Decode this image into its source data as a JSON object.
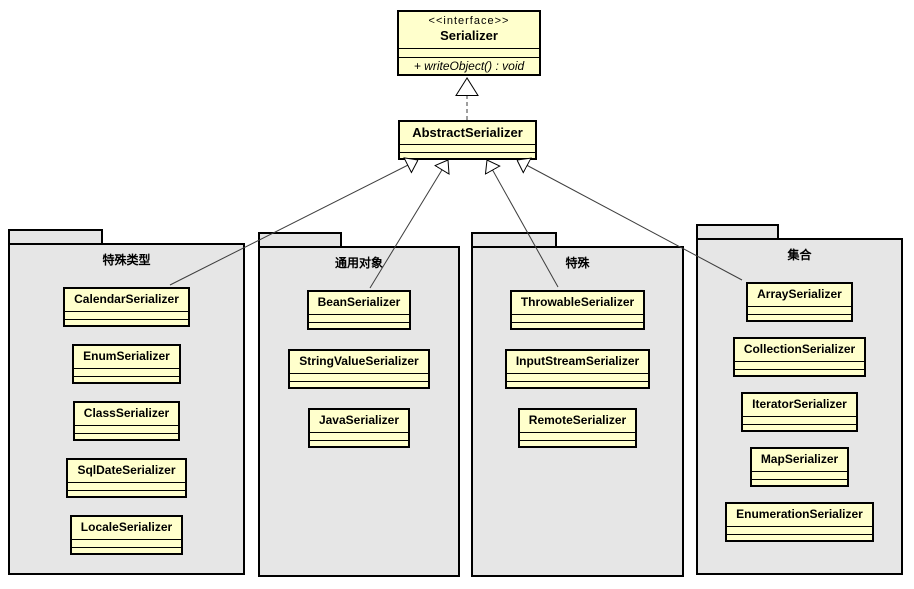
{
  "interface": {
    "stereotype": "<<interface>>",
    "name": "Serializer",
    "operation": "+ writeObject() : void"
  },
  "abstract_class": {
    "name": "AbstractSerializer"
  },
  "packages": [
    {
      "name": "特殊类型",
      "classes": [
        "CalendarSerializer",
        "EnumSerializer",
        "ClassSerializer",
        "SqlDateSerializer",
        "LocaleSerializer"
      ]
    },
    {
      "name": "通用对象",
      "classes": [
        "BeanSerializer",
        "StringValueSerializer",
        "JavaSerializer"
      ]
    },
    {
      "name": "特殊",
      "classes": [
        "ThrowableSerializer",
        "InputStreamSerializer",
        "RemoteSerializer"
      ]
    },
    {
      "name": "集合",
      "classes": [
        "ArraySerializer",
        "CollectionSerializer",
        "IteratorSerializer",
        "MapSerializer",
        "EnumerationSerializer"
      ]
    }
  ],
  "relationships": {
    "realization": {
      "from": "AbstractSerializer",
      "to": "Serializer",
      "style": "dashed-hollow-triangle"
    },
    "generalizations": [
      {
        "from": "CalendarSerializer",
        "to": "AbstractSerializer"
      },
      {
        "from": "BeanSerializer",
        "to": "AbstractSerializer"
      },
      {
        "from": "ThrowableSerializer",
        "to": "AbstractSerializer"
      },
      {
        "from": "ArraySerializer",
        "to": "AbstractSerializer"
      }
    ]
  },
  "colors": {
    "class_fill": "#FFFFCC",
    "package_fill": "#E6E6E6",
    "border": "#000000",
    "line": "#3d3d3d",
    "background": "#FFFFFF"
  }
}
